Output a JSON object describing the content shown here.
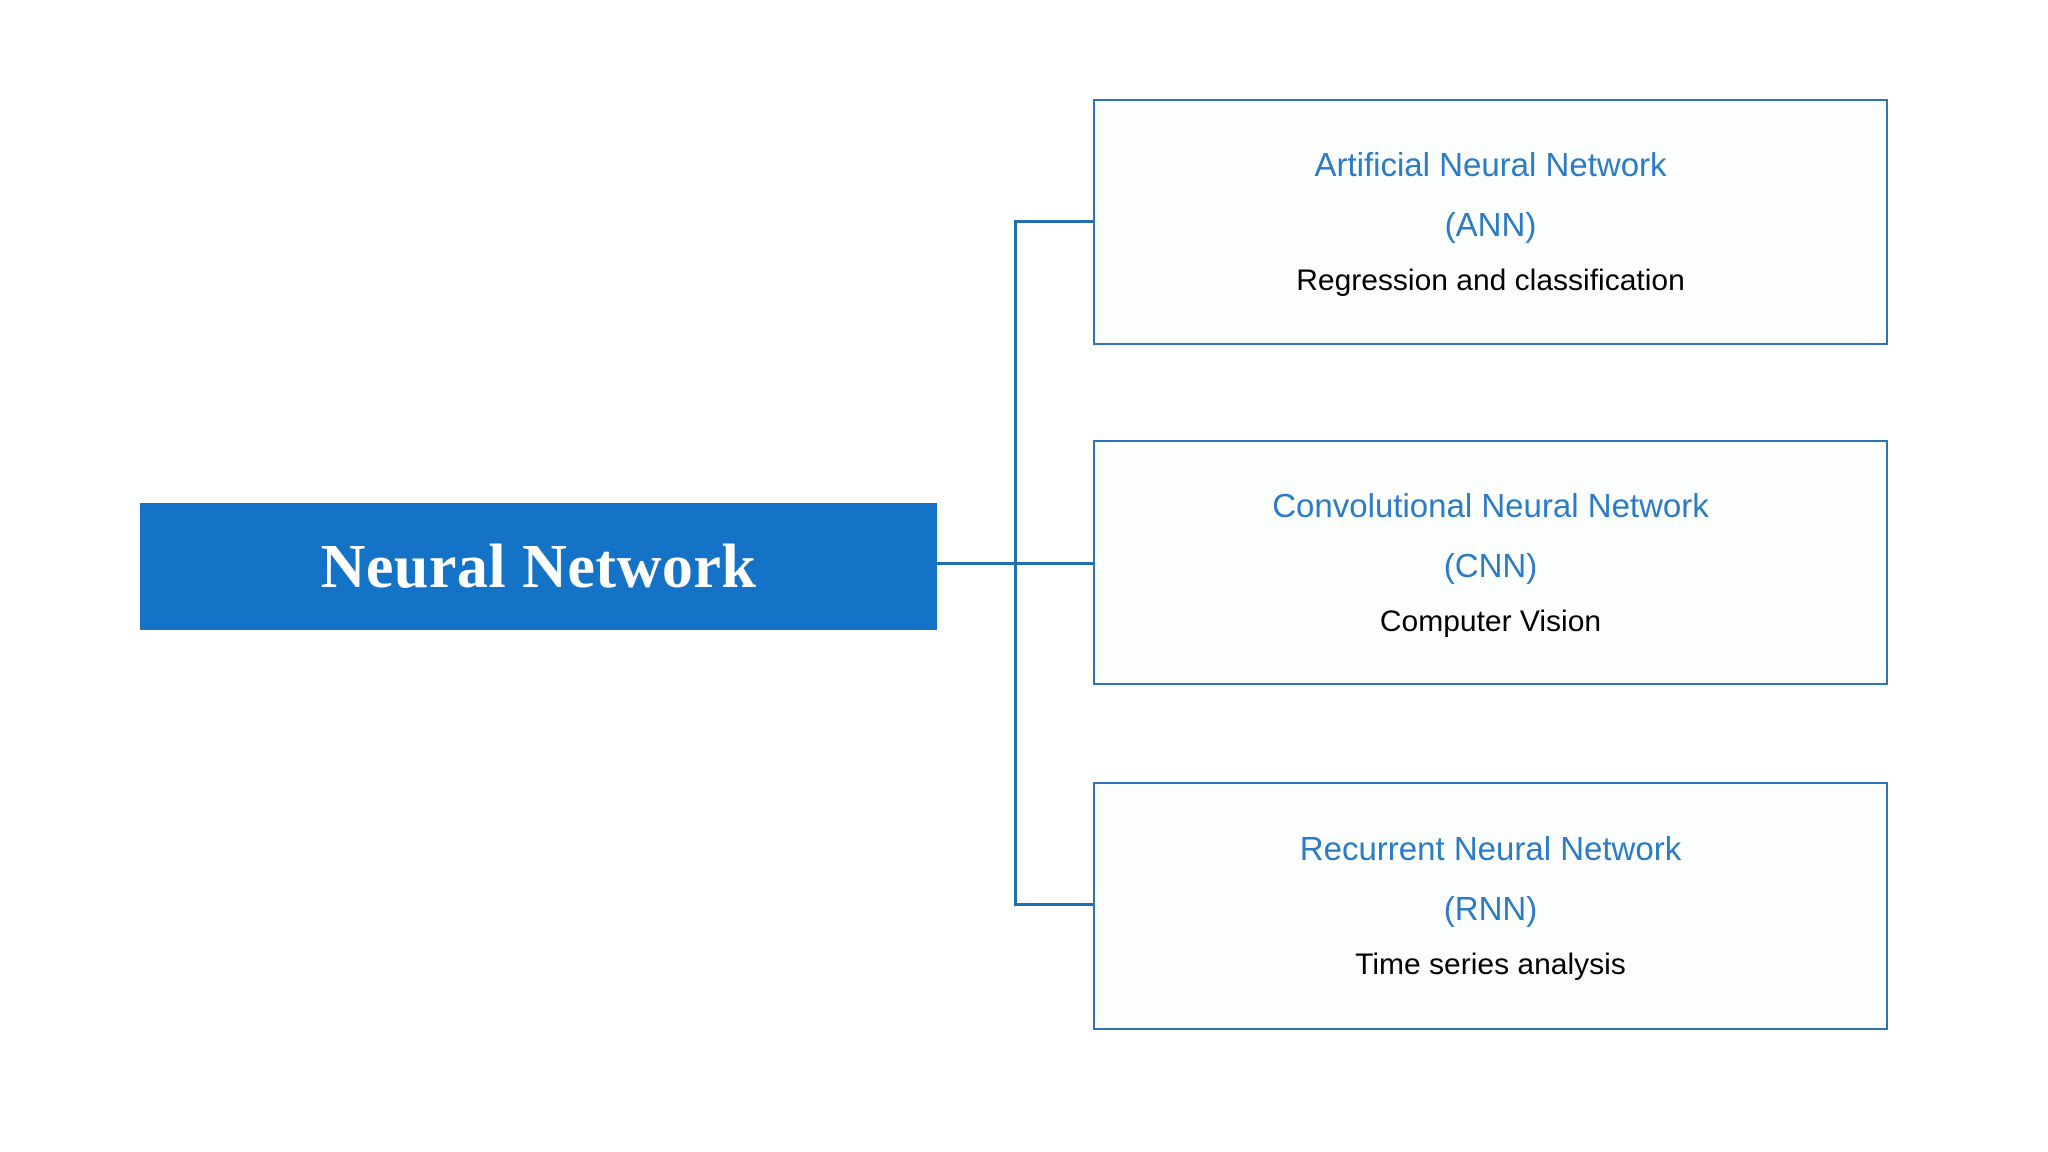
{
  "diagram": {
    "type": "hierarchy-tree",
    "orientation": "left-to-right",
    "root": {
      "label": "Neural Network",
      "fill_color": "#1473C6",
      "text_color": "#FFFFFF"
    },
    "connector_color": "#1F6FB2",
    "children": [
      {
        "title": "Artificial Neural Network",
        "abbreviation": "(ANN)",
        "description": "Regression and classification",
        "title_color": "#2B7CC4",
        "description_color": "#000000",
        "border_color": "#2E75B6"
      },
      {
        "title": "Convolutional Neural Network",
        "abbreviation": "(CNN)",
        "description": "Computer Vision",
        "title_color": "#2B7CC4",
        "description_color": "#000000",
        "border_color": "#2E75B6"
      },
      {
        "title": "Recurrent Neural Network",
        "abbreviation": "(RNN)",
        "description": "Time series analysis",
        "title_color": "#2B7CC4",
        "description_color": "#000000",
        "border_color": "#2E75B6"
      }
    ]
  }
}
